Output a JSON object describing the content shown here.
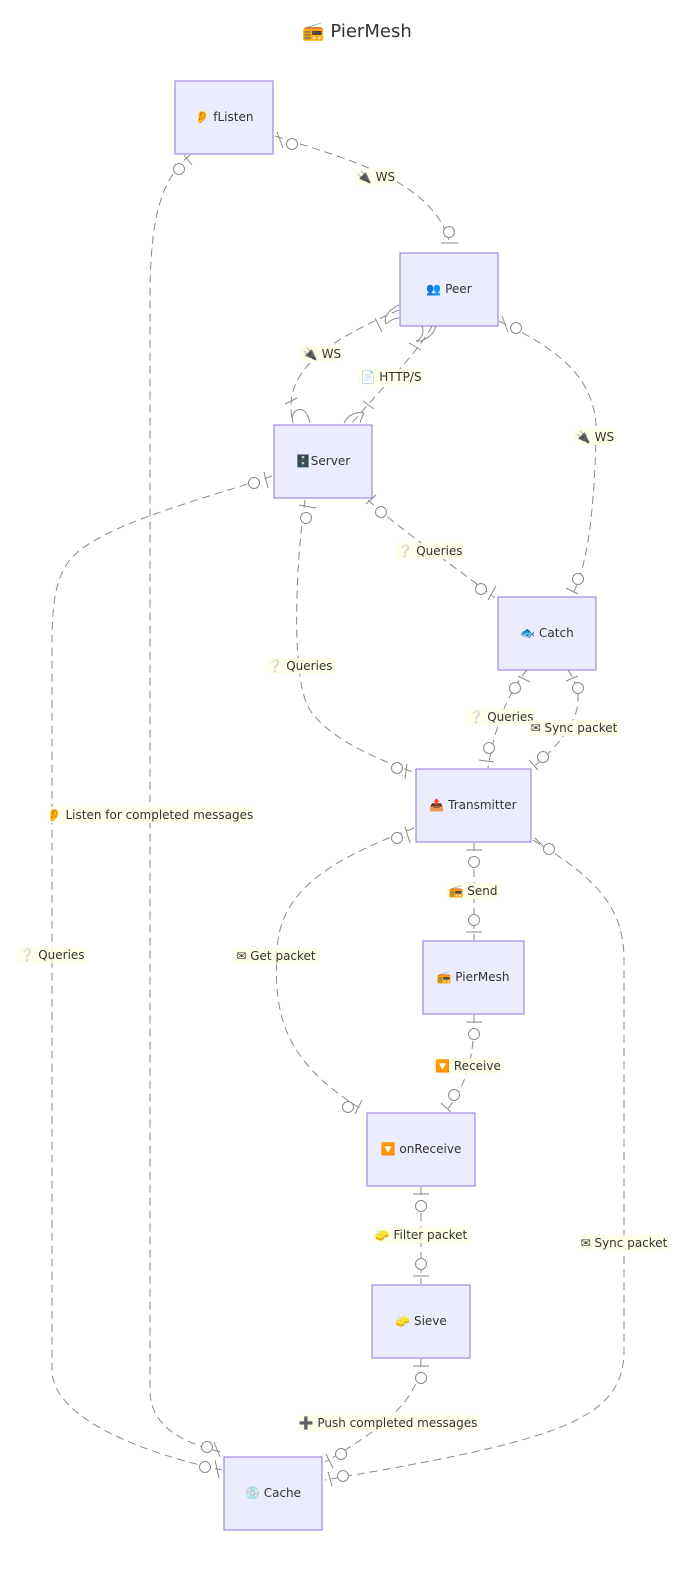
{
  "title": "📻 PierMesh",
  "nodes": {
    "flisten": "👂 fListen",
    "peer": "👥 Peer",
    "server": "🗄️Server",
    "catch": "🐟 Catch",
    "transmitter": "📤 Transmitter",
    "piermesh": "📻 PierMesh",
    "onreceive": "🔽 onReceive",
    "sieve": "🧽 Sieve",
    "cache": "💿 Cache"
  },
  "edges": {
    "flisten_peer": "🔌 WS",
    "peer_server_ws": "🔌 WS",
    "peer_server_http": "📄 HTTP/S",
    "peer_catch": "🔌 WS",
    "server_catch": "❔ Queries",
    "server_transmitter": "❔ Queries",
    "catch_transmitter_queries": "❔ Queries",
    "catch_transmitter_sync": "✉ Sync packet",
    "flisten_cache": "👂 Listen for completed messages",
    "server_cache": "❔ Queries",
    "transmitter_piermesh": "📻 Send",
    "transmitter_onreceive": "✉ Get packet",
    "piermesh_onreceive": "🔽 Receive",
    "onreceive_sieve": "🧽 Filter packet",
    "sieve_cache": "➕ Push completed messages",
    "transmitter_cache": "✉ Sync packet"
  }
}
